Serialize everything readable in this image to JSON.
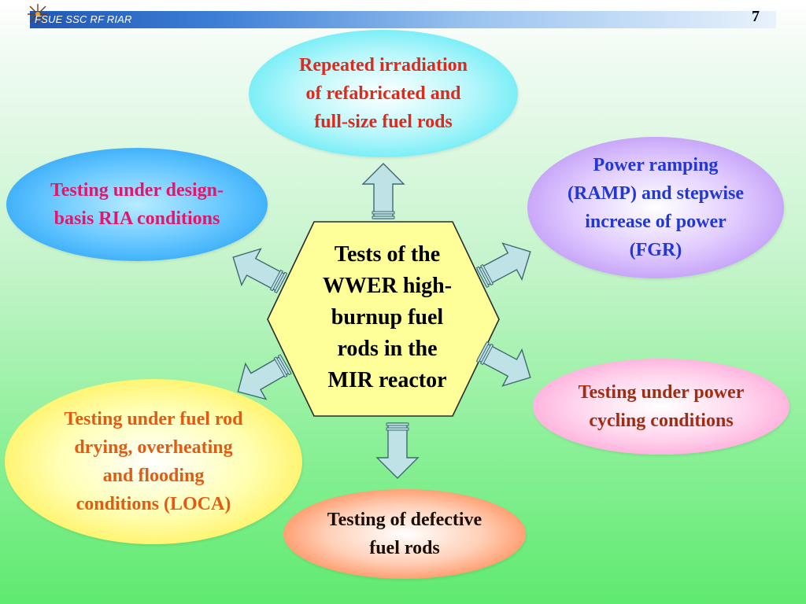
{
  "header": {
    "organization": "FSUE SSC RF RIAR",
    "page_number": "7"
  },
  "center": {
    "lines": [
      "Tests of the",
      "WWER high-",
      "burnup fuel",
      "rods in the",
      "MIR reactor"
    ]
  },
  "nodes": {
    "top": {
      "lines": [
        "Repeated irradiation",
        "of refabricated and",
        "full-size fuel rods"
      ]
    },
    "top_left": {
      "lines": [
        "Testing under design-",
        "basis RIA conditions"
      ]
    },
    "right_top": {
      "lines": [
        "Power ramping",
        "(RAMP) and stepwise",
        "increase of power",
        "(FGR)"
      ]
    },
    "right_low": {
      "lines": [
        "Testing under power",
        "cycling conditions"
      ]
    },
    "bottom": {
      "lines": [
        "Testing of defective",
        "fuel rods"
      ]
    },
    "bottom_left": {
      "lines": [
        "Testing under fuel rod",
        "drying, overheating",
        "and flooding",
        "conditions (LOCA)"
      ]
    }
  },
  "colors": {
    "hexagon_fill": "#ffff99",
    "arrow_fill": "#bfe2e6",
    "header_bar": "#1f57b5"
  },
  "icons": {
    "logo": "star-burst-icon",
    "arrows": "block-arrow"
  }
}
